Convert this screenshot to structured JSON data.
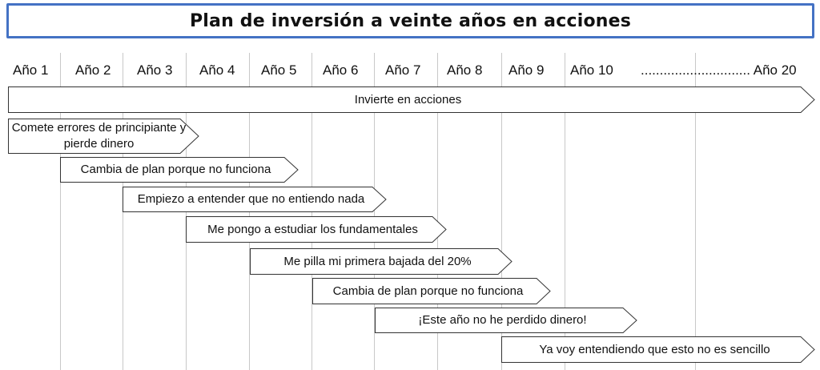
{
  "title": "Plan de inversión a veinte años en acciones",
  "years": [
    "Año 1",
    "Año 2",
    "Año 3",
    "Año 4",
    "Año 5",
    "Año 6",
    "Año 7",
    "Año 8",
    "Año 9",
    "Año 10",
    "............................. Año 20"
  ],
  "arrows": [
    {
      "label": "Invierte en acciones",
      "start_year": 1,
      "end_year": 20
    },
    {
      "label": "Comete errores de principiante y pierde dinero",
      "start_year": 1,
      "end_year": 3
    },
    {
      "label": "Cambia de plan porque no funciona",
      "start_year": 2,
      "end_year": 5
    },
    {
      "label": "Empiezo a entender que no entiendo nada",
      "start_year": 3,
      "end_year": 6
    },
    {
      "label": "Me pongo a estudiar los fundamentales",
      "start_year": 4,
      "end_year": 7
    },
    {
      "label": "Me pilla mi primera bajada del 20%",
      "start_year": 5,
      "end_year": 8
    },
    {
      "label": "Cambia de plan porque no funciona",
      "start_year": 6,
      "end_year": 9
    },
    {
      "label": "¡Este año no he perdido dinero!",
      "start_year": 7,
      "end_year": 10
    },
    {
      "label": "Ya voy entendiendo que esto no es sencillo",
      "start_year": 9,
      "end_year": 20
    }
  ],
  "colors": {
    "title_border": "#4472C4",
    "grid": "#c8c8c8",
    "arrow_stroke": "#333333"
  }
}
